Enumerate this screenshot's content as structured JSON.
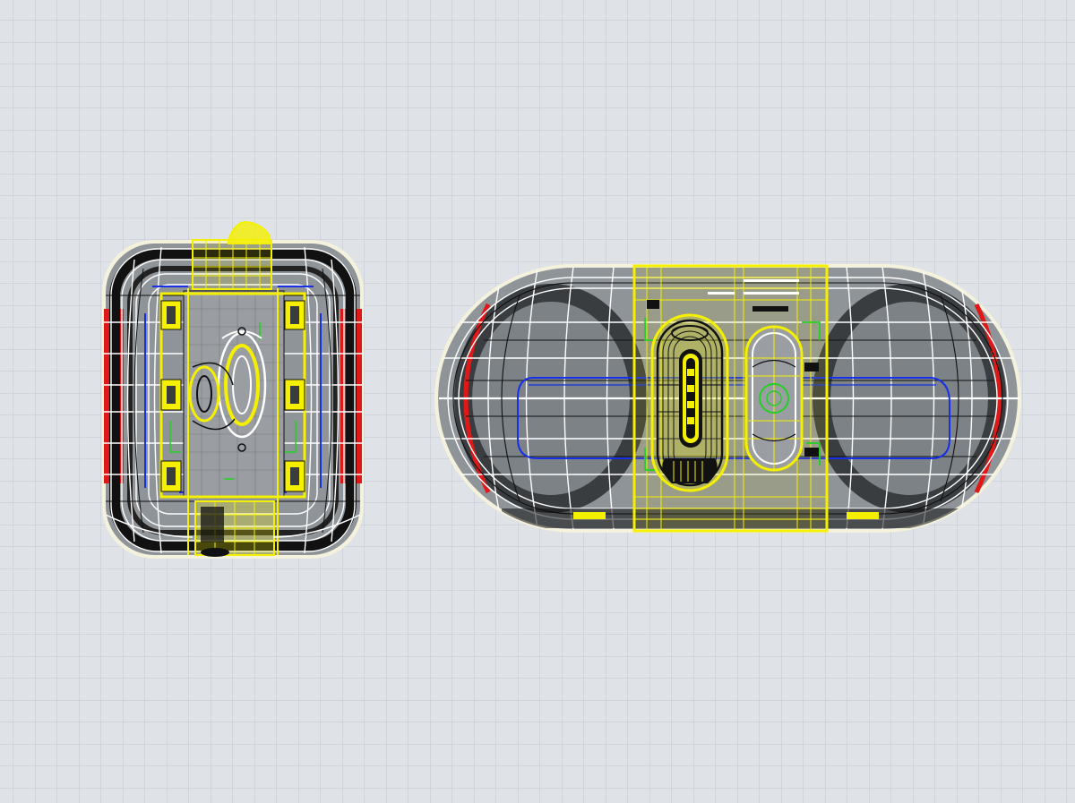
{
  "viewport": {
    "background": "#dfe2e7",
    "grid_minor": "#c3c7cd",
    "grid_major": "#b6babf"
  },
  "colors": {
    "body_fill": "#8f9499",
    "body_dark": "#3a3d40",
    "wire_white": "#ffffff",
    "wire_black": "#111111",
    "wire_yellow": "#f4f000",
    "wire_blue": "#1630e8",
    "wire_green": "#22d022",
    "wire_red": "#e01818",
    "outline_cream": "#f4f1dc"
  },
  "objects": [
    {
      "name": "end-view-wireframe",
      "view": "end"
    },
    {
      "name": "side-view-wireframe",
      "view": "side"
    }
  ]
}
